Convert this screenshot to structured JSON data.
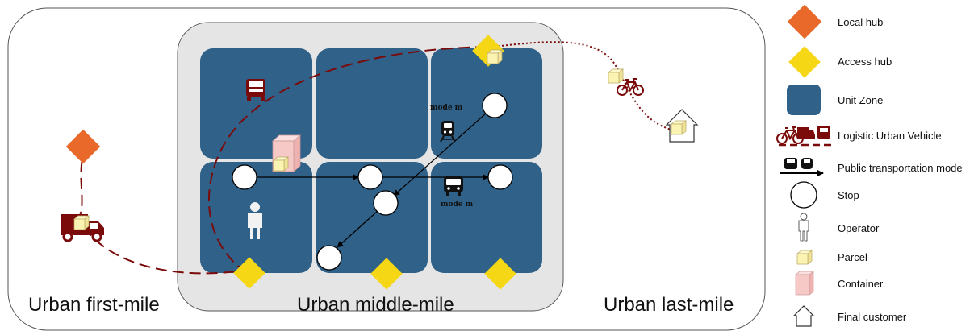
{
  "regions": {
    "first_mile": "Urban first-mile",
    "middle_mile": "Urban middle-mile",
    "last_mile": "Urban last-mile"
  },
  "modes": {
    "rail": "mode m",
    "bus": "mode m'"
  },
  "legend": {
    "local_hub": "Local hub",
    "access_hub": "Access hub",
    "unit_zone": "Unit Zone",
    "logistic_vehicle": "Logistic Urban Vehicle",
    "public_transport": "Public transportation mode",
    "stop": "Stop",
    "operator": "Operator",
    "parcel": "Parcel",
    "container": "Container",
    "final_customer": "Final customer"
  },
  "colors": {
    "unit_zone": "#2f6189",
    "local_hub": "#e8692a",
    "access_hub": "#f5d716",
    "vehicle": "#7b0a0a",
    "parcel": "#fbf3b2",
    "container": "#f6c8c6",
    "middle_area": "#e5e5e5"
  },
  "icons": {
    "truck": "truck-icon",
    "van": "van-icon",
    "bike": "bicycle-icon",
    "train": "train-icon",
    "bus": "bus-icon",
    "house": "house-icon",
    "operator": "person-icon"
  }
}
